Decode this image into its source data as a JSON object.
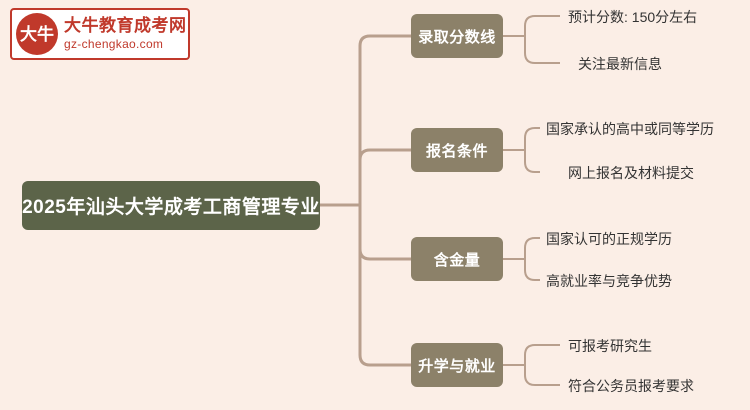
{
  "logo": {
    "mark_text": "大牛",
    "title": "大牛教育成考网",
    "subtitle": "gz-chengkao.com"
  },
  "mindmap": {
    "root": "2025年汕头大学成考工商管理专业",
    "branches": [
      {
        "label": "录取分数线",
        "leaves": [
          "预计分数: 150分左右",
          "关注最新信息"
        ]
      },
      {
        "label": "报名条件",
        "leaves": [
          "国家承认的高中或同等学历",
          "网上报名及材料提交"
        ]
      },
      {
        "label": "含金量",
        "leaves": [
          "国家认可的正规学历",
          "高就业率与竞争优势"
        ]
      },
      {
        "label": "升学与就业",
        "leaves": [
          "可报考研究生",
          "符合公务员报考要求"
        ]
      }
    ]
  },
  "colors": {
    "background": "#fbeee6",
    "root_fill": "#5c6449",
    "branch_fill": "#8c8169",
    "line": "#b89f8d",
    "logo_accent": "#c0392b",
    "leaf_text": "#333333"
  }
}
